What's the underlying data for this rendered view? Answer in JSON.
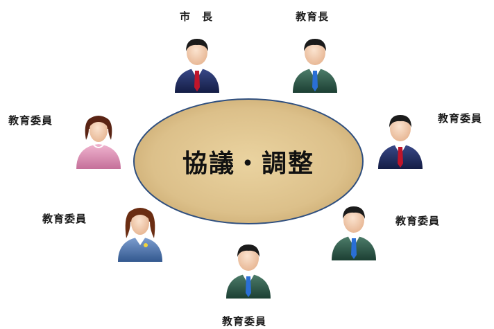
{
  "center": {
    "label": "協議・調整",
    "fill_color": "#dcc08a",
    "border_color": "#2f4f7f"
  },
  "participants": [
    {
      "label": "市　長",
      "icon": "male-person-navy-suit-red-tie-icon"
    },
    {
      "label": "教育長",
      "icon": "male-person-green-suit-blue-tie-icon"
    },
    {
      "label": "教育委員",
      "icon": "male-person-navy-suit-red-tie-icon"
    },
    {
      "label": "教育委員",
      "icon": "male-person-green-suit-blue-tie-icon"
    },
    {
      "label": "教育委員",
      "icon": "male-person-green-suit-blue-tie-icon"
    },
    {
      "label": "教育委員",
      "icon": "female-person-blue-suit-icon"
    },
    {
      "label": "教育委員",
      "icon": "female-person-pink-blouse-icon"
    }
  ],
  "colors": {
    "navy_suit": "#1e2a5a",
    "green_suit": "#2e5a4a",
    "blue_suit": "#4a6ea8",
    "pink_blouse": "#d98ab0",
    "red_tie": "#c0152a",
    "blue_tie": "#2a6fd6"
  }
}
